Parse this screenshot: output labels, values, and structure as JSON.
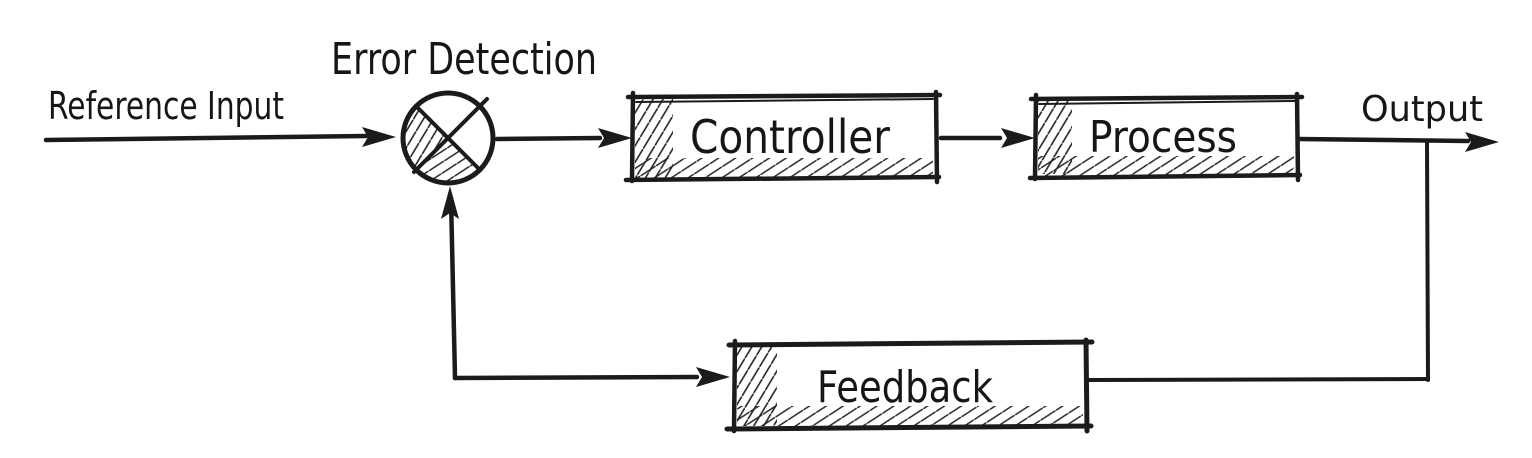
{
  "style": {
    "background_color": "#ffffff",
    "ink_color": "#1b1b1b",
    "text_color": "#161616"
  },
  "diagram": {
    "type": "control-system-block-diagram",
    "drawing_style": "hand-drawn-sketch",
    "nodes": {
      "reference_input": {
        "label": "Reference Input",
        "kind": "external-signal-label"
      },
      "error_detection": {
        "label": "Error Detection",
        "kind": "summing-junction-circle-with-x"
      },
      "controller": {
        "label": "Controller",
        "kind": "block"
      },
      "process": {
        "label": "Process",
        "kind": "block"
      },
      "output": {
        "label": "Output",
        "kind": "external-signal-label"
      },
      "feedback": {
        "label": "Feedback",
        "kind": "block"
      }
    },
    "edges": [
      {
        "from": "reference_input",
        "to": "error_detection",
        "arrowhead": true,
        "path": "horizontal"
      },
      {
        "from": "error_detection",
        "to": "controller",
        "arrowhead": true,
        "path": "horizontal"
      },
      {
        "from": "controller",
        "to": "process",
        "arrowhead": true,
        "path": "horizontal"
      },
      {
        "from": "process",
        "to": "output",
        "arrowhead": true,
        "path": "horizontal"
      },
      {
        "from": "output",
        "to": "feedback",
        "arrowhead": false,
        "path": "branch-down-then-left-into-feedback-right-side"
      },
      {
        "from": "feedback-return-corner",
        "to": "feedback",
        "arrowhead": true,
        "path": "horizontal-into-feedback-left-side"
      },
      {
        "from": "feedback-return-corner",
        "to": "error_detection",
        "arrowhead": true,
        "path": "vertical-up-into-junction-bottom"
      }
    ]
  }
}
